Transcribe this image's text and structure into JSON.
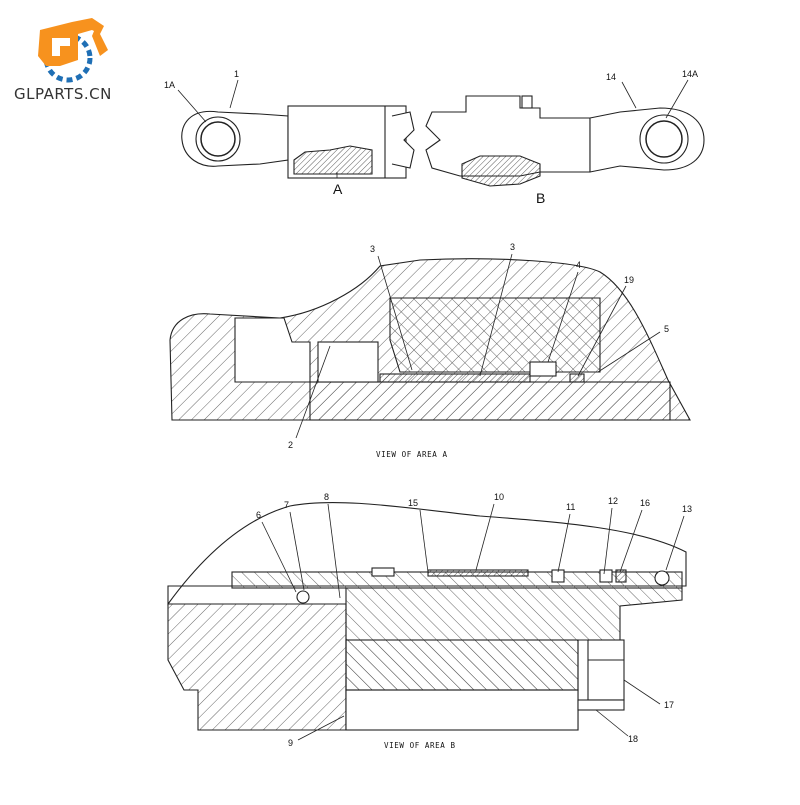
{
  "logo": {
    "text": "GLPARTS.CN",
    "brand_color": "#f7921e"
  },
  "top_view": {
    "section_a_letter": "A",
    "section_b_letter": "B",
    "callouts": [
      "1A",
      "1",
      "14",
      "14A"
    ]
  },
  "view_a": {
    "caption": "VIEW OF AREA A",
    "callouts": [
      "3",
      "3",
      "4",
      "19",
      "5",
      "2"
    ]
  },
  "view_b": {
    "caption": "VIEW OF AREA B",
    "callouts": [
      "6",
      "7",
      "8",
      "15",
      "10",
      "11",
      "12",
      "16",
      "13",
      "17",
      "9",
      "18"
    ]
  }
}
